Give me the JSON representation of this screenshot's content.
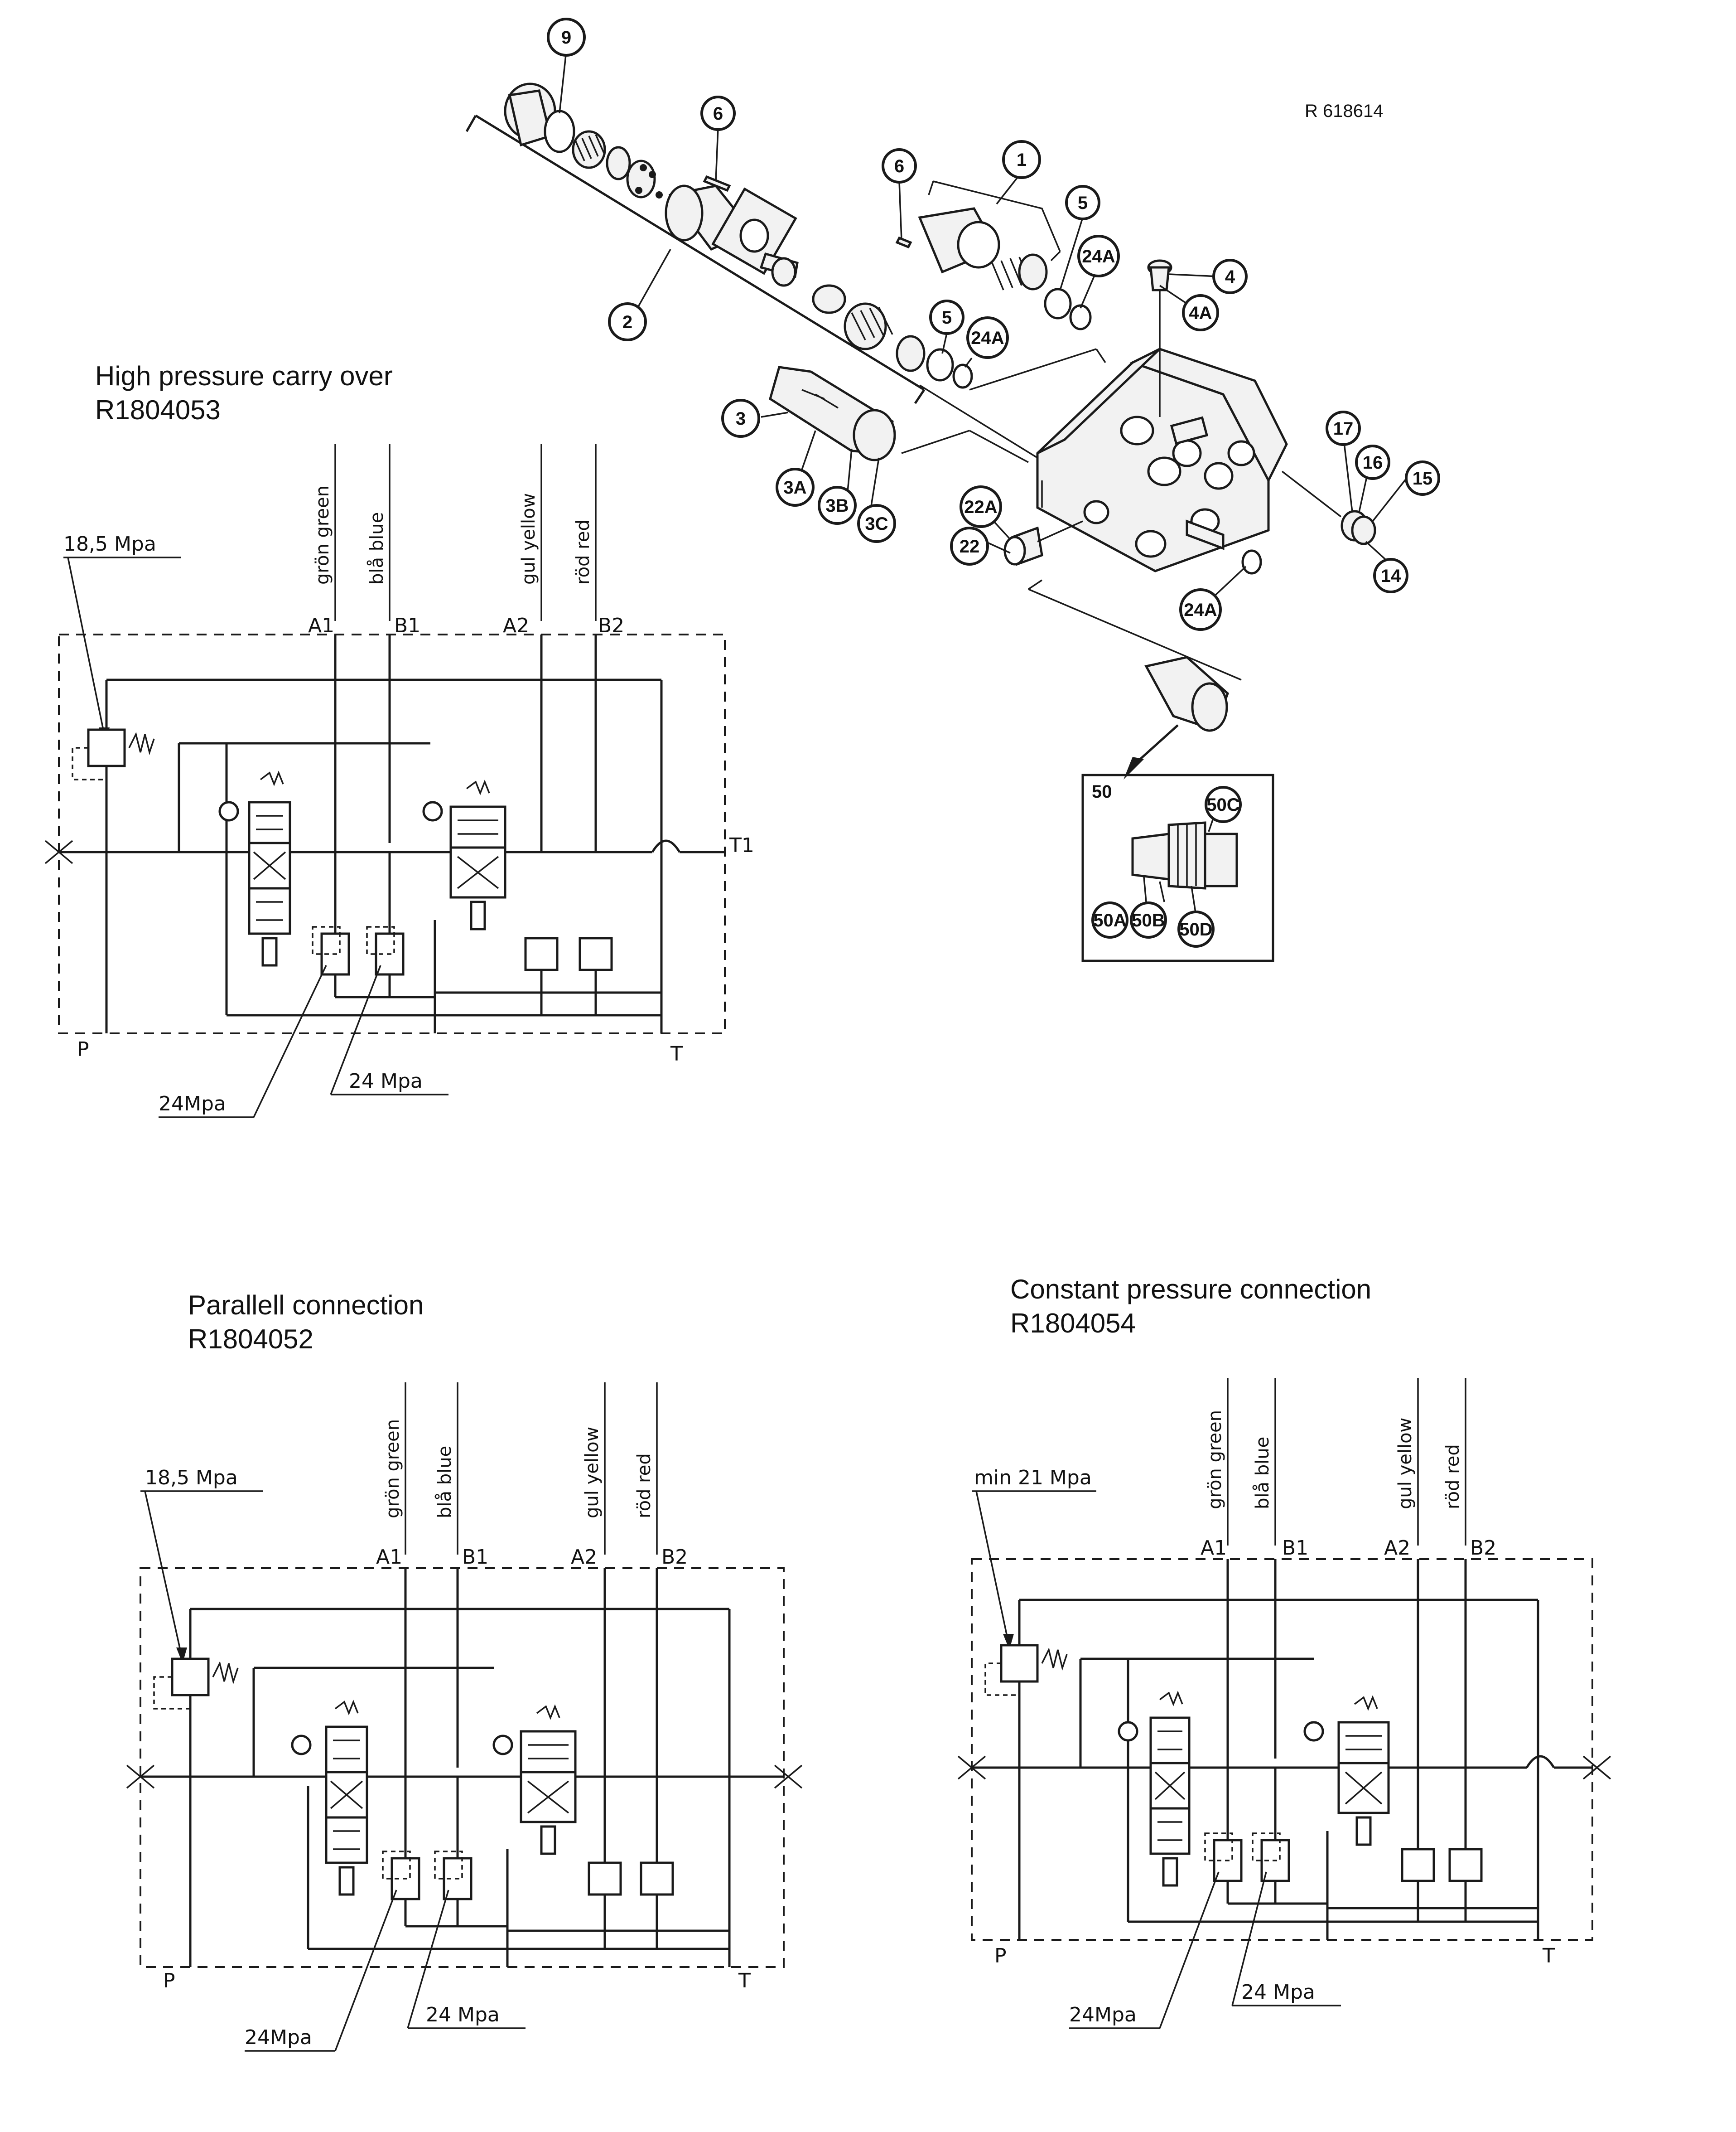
{
  "drawing_ref": "R 618614",
  "exploded_view": {
    "callouts": [
      "9",
      "6",
      "6",
      "1",
      "5",
      "24A",
      "4",
      "4A",
      "2",
      "5",
      "24A",
      "3",
      "3A",
      "3B",
      "3C",
      "22A",
      "22",
      "17",
      "16",
      "15",
      "14",
      "24A"
    ],
    "detail_box": {
      "label": "50",
      "callouts": [
        "50C",
        "50A",
        "50B",
        "50D"
      ]
    }
  },
  "schematics": [
    {
      "title": "High pressure carry over",
      "part_number": "R1804053",
      "relief_setting": "18,5 Mpa",
      "wire_labels": [
        "grön green",
        "blå blue",
        "gul yellow",
        "röd red"
      ],
      "ports": {
        "a1": "A1",
        "b1": "B1",
        "a2": "A2",
        "b2": "B2",
        "t1": "T1",
        "p": "P",
        "t": "T"
      },
      "shock_valve_labels": [
        "24Mpa",
        "24 Mpa"
      ]
    },
    {
      "title": "Parallell connection",
      "part_number": "R1804052",
      "relief_setting": "18,5 Mpa",
      "wire_labels": [
        "grön green",
        "blå blue",
        "gul yellow",
        "röd red"
      ],
      "ports": {
        "a1": "A1",
        "b1": "B1",
        "a2": "A2",
        "b2": "B2",
        "p": "P",
        "t": "T"
      },
      "shock_valve_labels": [
        "24Mpa",
        "24 Mpa"
      ]
    },
    {
      "title": "Constant pressure connection",
      "part_number": "R1804054",
      "relief_setting": "min 21 Mpa",
      "wire_labels": [
        "grön green",
        "blå blue",
        "gul yellow",
        "röd red"
      ],
      "ports": {
        "a1": "A1",
        "b1": "B1",
        "a2": "A2",
        "b2": "B2",
        "p": "P",
        "t": "T"
      },
      "shock_valve_labels": [
        "24Mpa",
        "24 Mpa"
      ]
    }
  ]
}
